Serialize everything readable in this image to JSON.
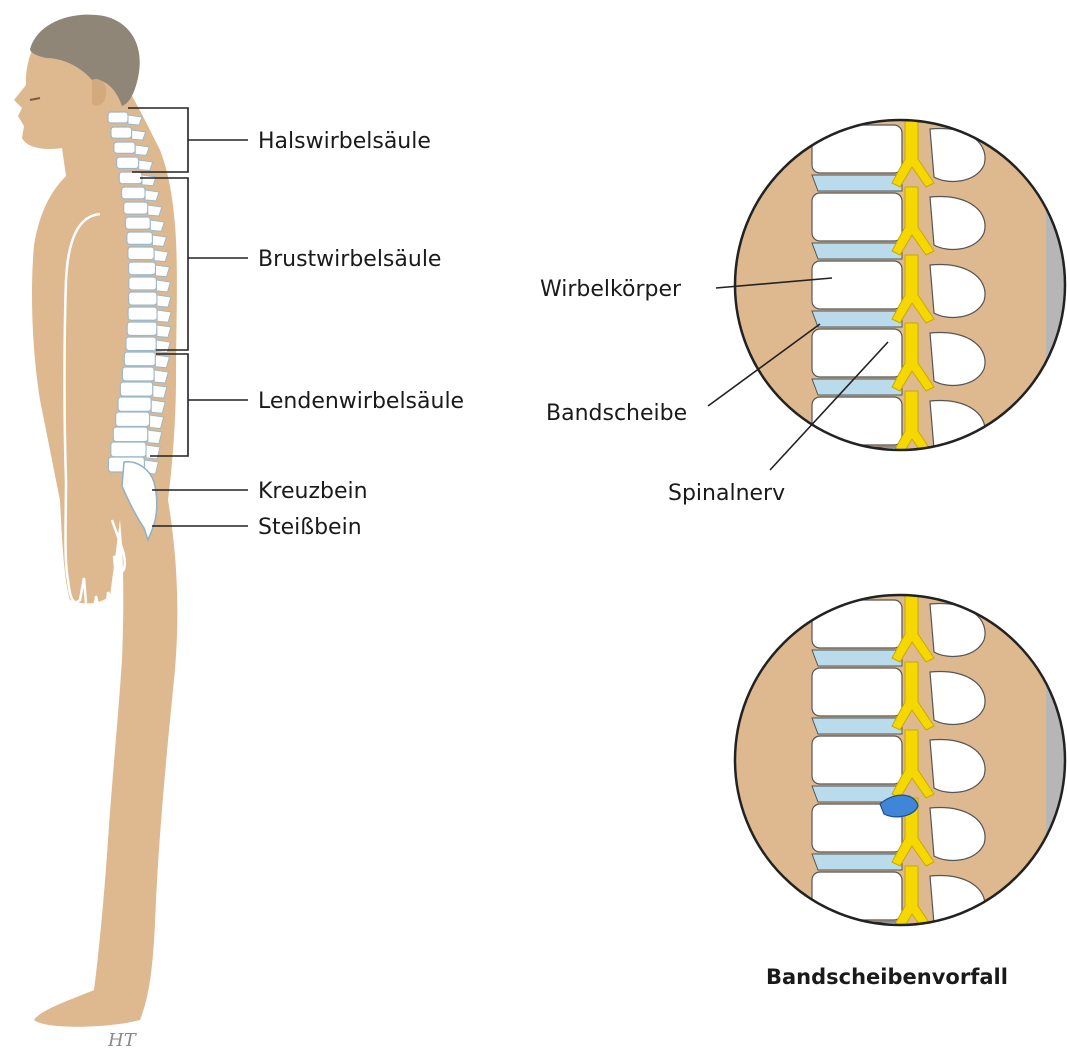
{
  "body_labels": {
    "cervical": "Halswirbelsäule",
    "thoracic": "Brustwirbelsäule",
    "lumbar": "Lendenwirbelsäule",
    "sacrum": "Kreuzbein",
    "coccyx": "Steißbein"
  },
  "detail_labels": {
    "vertebral_body": "Wirbelkörper",
    "disc": "Bandscheibe",
    "spinal_nerve": "Spinalnerv"
  },
  "herniation_caption": "Bandscheibenvorfall",
  "signature": "HT",
  "colors": {
    "skin": "#deb98f",
    "hair": "#8f8678",
    "bone": "#ffffff",
    "disc": "#b9dbec",
    "nerve": "#f4d800",
    "herniation": "#3f86d8",
    "grey_edge": "#b6b6b6",
    "line": "#222222"
  }
}
